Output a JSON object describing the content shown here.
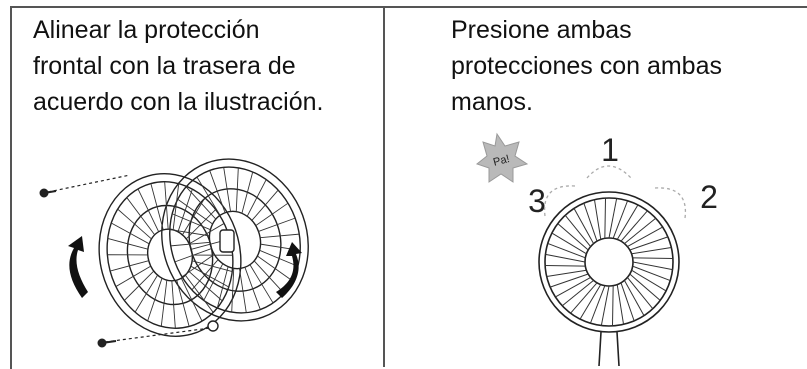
{
  "left_cell": {
    "lines": [
      "Alinear la protección",
      "frontal con la trasera de",
      "acuerdo con la ilustración."
    ]
  },
  "right_cell": {
    "lines": [
      "Presione ambas",
      "protecciones con ambas",
      "manos."
    ],
    "step_numbers": [
      "1",
      "2",
      "3"
    ],
    "sound_badge": "Pa!"
  }
}
